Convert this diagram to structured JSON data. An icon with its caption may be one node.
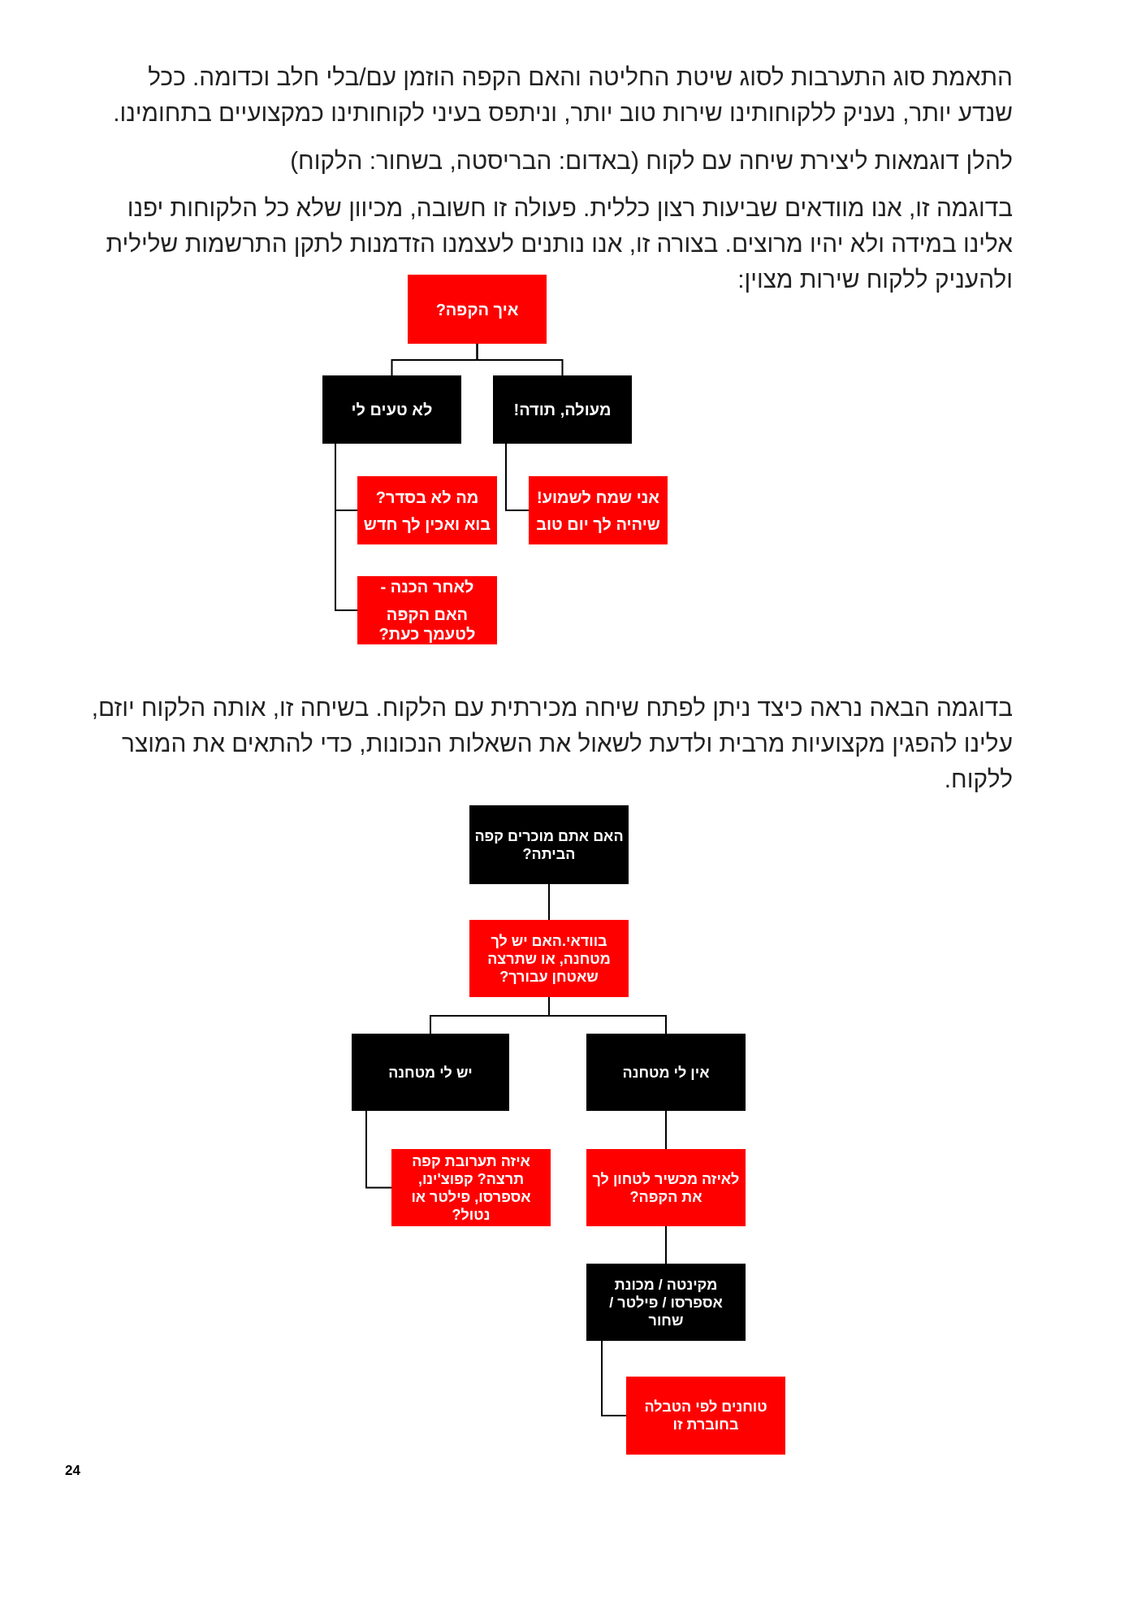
{
  "diagram": {
    "nodes": [
      {
        "text": [
          "איך הקפה?"
        ]
      },
      {
        "text": [
          "מעולה, תודה!"
        ]
      },
      {
        "text": [
          "לא טעים לי"
        ]
      },
      {
        "text": [
          "אני שמח לשמוע!",
          "שיהיה לך יום טוב"
        ]
      },
      {
        "text": [
          "מה לא בסדר?",
          "בוא ואכין לך חדש"
        ]
      },
      {
        "text": [
          "לאחר הכנה -",
          "האם הקפה לטעמך כעת?"
        ]
      },
      {
        "text": [
          "האם אתם מוכרים קפה הביתה?"
        ]
      },
      {
        "text": [
          "בוודאי.האם יש לך מטחנה, או שתרצה שאטחן עבורך?"
        ]
      },
      {
        "text": [
          "אין לי מטחנה"
        ]
      },
      {
        "text": [
          "יש לי מטחנה"
        ]
      },
      {
        "text": [
          "לאיזה מכשיר לטחון לך את הקפה?"
        ]
      },
      {
        "text": [
          "איזה תערובת קפה תרצה? קפוצ'ינו, אספרסו, פילטר או נטול?"
        ]
      },
      {
        "text": [
          "מקינטה / מכונת אספרסו / פילטר / שחור"
        ]
      },
      {
        "text": [
          "טוחנים לפי הטבלה בחוברת זו"
        ]
      }
    ],
    "edges": [
      {
        "from": 0,
        "to": 1,
        "arrow": "none"
      },
      {
        "from": 0,
        "to": 2,
        "arrow": "none"
      },
      {
        "from": 1,
        "to": 3,
        "arrow": "none"
      },
      {
        "from": 2,
        "to": 4,
        "arrow": "none"
      },
      {
        "from": 2,
        "to": 5,
        "arrow": "none"
      },
      {
        "from": 6,
        "to": 7,
        "arrow": "none"
      },
      {
        "from": 7,
        "to": 8,
        "arrow": "none"
      },
      {
        "from": 7,
        "to": 9,
        "arrow": "none"
      },
      {
        "from": 9,
        "to": 11,
        "arrow": "none"
      },
      {
        "from": 8,
        "to": 10,
        "arrow": "none"
      },
      {
        "from": 10,
        "to": 12,
        "arrow": "none"
      },
      {
        "from": 12,
        "to": 13,
        "arrow": "none"
      }
    ],
    "labels": [
      "התאמת סוג התערבות לסוג שיטת החליטה והאם הקפה הוזמן עם/בלי חלב וכדומה. ככל שנדע יותר, נעניק ללקוחותינו שירות טוב יותר, וניתפס בעיני לקוחותינו כמקצועיים בתחומינו.",
      "להלן דוגמאות ליצירת שיחה עם לקוח (באדום: הבריסטה, בשחור: הלקוח)",
      "בדוגמה זו, אנו מוודאים שביעות רצון כללית. פעולה זו חשובה, מכיוון שלא כל הלקוחות יפנו אלינו במידה ולא יהיו מרוצים. בצורה זו, אנו נותנים לעצמנו הזדמנות לתקן התרשמות שלילית ולהעניק ללקוח שירות מצוין:",
      "בדוגמה הבאה נראה כיצד ניתן לפתח שיחה מכירתית עם הלקוח. בשיחה זו, אותה הלקוח יוזם, עלינו להפגין מקצועיות מרבית ולדעת לשאול את השאלות הנכונות, כדי להתאים את המוצר ללקוח.",
      "24"
    ]
  }
}
